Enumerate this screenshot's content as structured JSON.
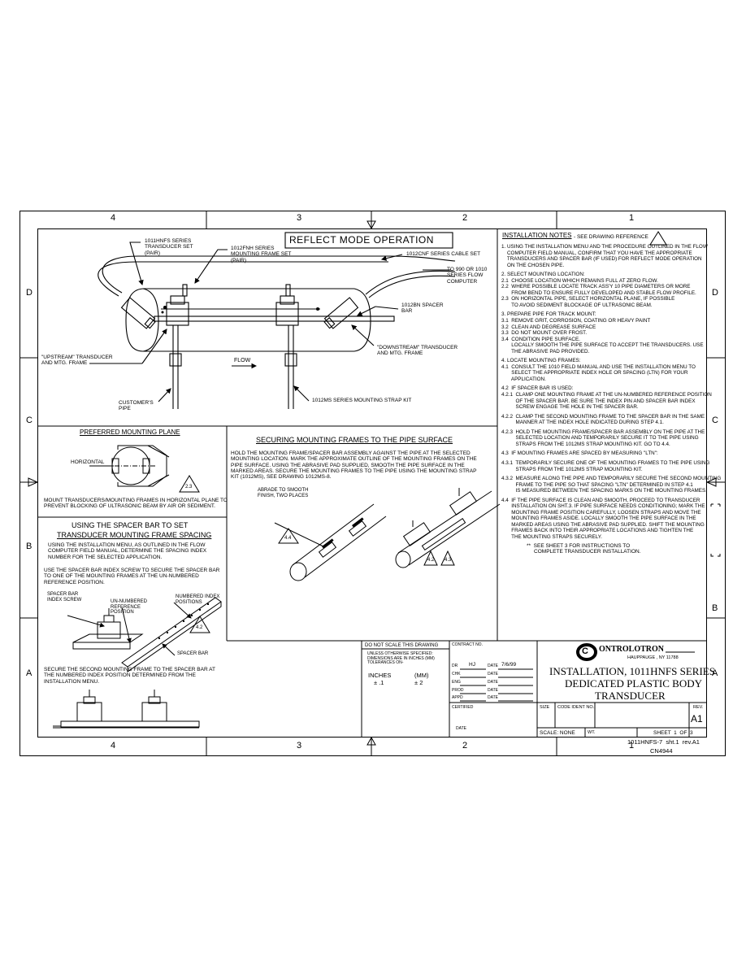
{
  "zones": {
    "top": [
      "4",
      "3",
      "2",
      "1"
    ],
    "bottom": [
      "4",
      "3",
      "2",
      "1"
    ],
    "left": [
      "D",
      "C",
      "B",
      "A"
    ],
    "right": [
      "D",
      "C",
      "B",
      "A"
    ]
  },
  "main_view": {
    "title": "REFLECT MODE OPERATION",
    "labels": {
      "transducer_set": "1011HNFS SERIES\nTRANSDUCER SET\n(PAIR)",
      "frame_set": "1012FNH SERIES\nMOUNTING FRAME SET\n(PAIR)",
      "cable_set": "1012CNF SERIES CABLE SET",
      "to_computer": "TO 990 OR 1010\nSERIES FLOW\nCOMPUTER",
      "spacer_bar": "1012BN SPACER\nBAR",
      "upstream": "\"UPSTREAM\" TRANSDUCER\nAND MTG. FRAME",
      "downstream": "\"DOWNSTREAM\" TRANSDUCER\nAND MTG. FRAME",
      "flow": "FLOW",
      "customers_pipe": "CUSTOMER'S\nPIPE",
      "strap_kit": "1012MS SERIES MOUNTING STRAP KIT"
    }
  },
  "preferred": {
    "title": "PREFERRED MOUNTING PLANE",
    "horizontal": "HORIZONTAL",
    "ref": "2.3",
    "text": "MOUNT TRANSDUCERS/MOUNTING FRAMES IN HORIZONTAL PLANE TO\nPREVENT BLOCKING OF ULTRASONIC BEAM BY AIR OR SEDIMENT."
  },
  "spacer": {
    "title1": "USING THE SPACER BAR TO SET",
    "title2": "TRANSDUCER MOUNTING FRAME SPACING",
    "p1": "USING THE INSTALLATION MENU, AS OUTLINED IN THE FLOW\nCOMPUTER FIELD MANUAL, DETERMINE THE SPACING INDEX\nNUMBER FOR THE SELECTED APPLICATION.",
    "p2": "USE THE SPACER BAR INDEX SCREW TO SECURE THE SPACER BAR\nTO ONE OF THE MOUNTING FRAMES AT THE UN-NUMBERED\nREFERENCE POSITION.",
    "label_index_screw": "SPACER BAR\nINDEX SCREW",
    "label_unnumbered": "UN-NUMBERED\nREFERENCE\nPOSITION",
    "label_numbered": "NUMBERED INDEX\nPOSITIONS",
    "label_spacer_bar": "SPACER BAR",
    "ref": "4.2",
    "p3": "SECURE THE SECOND MOUNTING FRAME TO THE SPACER BAR AT\nTHE NUMBERED INDEX POSITION DETERMINED FROM THE\nINSTALLATION MENU."
  },
  "securing": {
    "title": "SECURING MOUNTING FRAMES TO THE PIPE SURFACE",
    "text": "HOLD THE MOUNTING FRAME/SPACER BAR ASSEMBLY AGAINST THE PIPE AT THE SELECTED\nMOUNTING LOCATION. MARK THE APPROXIMATE OUTLINE OF THE MOUNTING FRAMES ON THE\nPIPE SURFACE. USING THE ABRASIVE PAD SUPPLIED, SMOOTH THE PIPE SURFACE IN THE\nMARKED AREAS. SECURE THE MOUNTING FRAMES TO THE PIPE USING THE MOUNTING STRAP\nKIT (1012MS), SEE DRAWING 1012MS-8.",
    "abrade": "ABRADE TO SMOOTH\nFINISH, TWO PLACES",
    "ref1": "4.4",
    "ref2": "4.2",
    "ref3": "4.3"
  },
  "notes": {
    "title": "INSTALLATION NOTES",
    "title_suffix": "- SEE DRAWING REFERENCE",
    "lines": [
      "1. USING THE INSTALLATION MENU AND THE PROCEDURE OUTLINED IN THE FLOW",
      "    COMPUTER FIELD MANUAL, CONFIRM THAT YOU HAVE THE APPROPRIATE",
      "    TRANSDUCERS AND SPACER BAR (IF USED) FOR REFLECT MODE OPERATION",
      "    ON THE CHOSEN PIPE.",
      "",
      "2. SELECT MOUNTING LOCATION:",
      "2.1  CHOOSE LOCATION WHICH REMAINS FULL AT ZERO FLOW.",
      "2.2  WHERE POSSIBLE LOCATE TRACK ASS'Y 10 PIPE DIAMETERS OR MORE",
      "       FROM BEND TO ENSURE FULLY DEVELOPED AND STABLE FLOW PROFILE.",
      "2.3  ON HORIZONTAL PIPE, SELECT HORIZONTAL PLANE, IF POSSIBLE",
      "       TO AVOID SEDIMENT BLOCKAGE OF ULTRASONIC BEAM.",
      "",
      "3. PREPARE PIPE FOR TRACK MOUNT:",
      "3.1  REMOVE GRIT, CORROSION, COATING OR HEAVY PAINT",
      "3.2  CLEAN AND DEGREASE SURFACE",
      "3.3  DO NOT MOUNT OVER FROST.",
      "3.4  CONDITION PIPE SURFACE.",
      "       LOCALLY SMOOTH THE PIPE SURFACE TO ACCEPT THE TRANSDUCERS. USE",
      "       THE ABRASIVE PAD PROVIDED.",
      "",
      "4. LOCATE MOUNTING FRAMES:",
      "4.1  CONSULT THE 1010 FIELD MANUAL AND USE THE INSTALLATION MENU TO",
      "       SELECT THE APPROPRIATE INDEX HOLE OR SPACING (LTN) FOR YOUR",
      "       APPLICATION.",
      "",
      "4.2  IF SPACER BAR IS USED:",
      "4.2.1  CLAMP ONE MOUNTING FRAME AT THE UN-NUMBERED REFERENCE POSITION",
      "          OF THE SPACER BAR. BE SURE THE INDEX PIN AND SPACER BAR INDEX",
      "          SCREW ENGAGE THE HOLE IN THE SPACER BAR.",
      "",
      "4.2.2  CLAMP THE SECOND MOUNTING FRAME TO THE SPACER BAR IN THE SAME",
      "          MANNER AT THE INDEX HOLE INDICATED DURING STEP 4.1.",
      "",
      "4.2.3  HOLD THE MOUNTING FRAME/SPACER BAR ASSEMBLY ON THE PIPE AT THE",
      "          SELECTED LOCATION AND TEMPORARILY SECURE IT TO THE PIPE USING",
      "          STRAPS FROM THE 1012MS STRAP MOUNTING KIT. GO TO 4.4.",
      "",
      "4.3  IF MOUNTING FRAMES ARE SPACED BY MEASURING \"LTN\":",
      "",
      "4.3.1  TEMPORARILY SECURE ONE OF THE MOUNTING FRAMES TO THE PIPE USING",
      "          STRAPS FROM THE 1012MS STRAP MOUNTING KIT.",
      "",
      "4.3.2  MEASURE ALONG THE PIPE AND TEMPORARILY SECURE THE SECOND MOUNTING",
      "          FRAME TO THE PIPE SO THAT SPACING \"LTN\" DETERMINED IN STEP 4.1",
      "          IS MEASURED BETWEEN THE SPACING MARKS ON THE MOUNTING FRAMES.",
      "",
      "4.4  IF THE PIPE SURFACE IS CLEAN AND SMOOTH, PROCEED TO TRANSDUCER",
      "       INSTALLATION ON SHT.3. IF PIPE SURFACE NEEDS CONDITIONING; MARK THE",
      "       MOUNTING FRAME POSITION CAREFULLY, LOOSEN STRAPS AND MOVE THE",
      "       MOUNTING FRAMES ASIDE. LOCALLY SMOOTH THE PIPE SURFACE IN THE",
      "       MARKED AREAS USING THE ABRASIVE PAD SUPPLIED. SHIFT THE MOUNTING",
      "       FRAMES BACK INTO THEIR APPROPRIATE LOCATIONS AND TIGHTEN THE",
      "       THE MOUNTING STRAPS SECURELY."
    ],
    "sheet3": "**  SEE SHEET 3 FOR INSTRUCTIONS TO\n     COMPLETE TRANSDUCER INSTALLATION."
  },
  "title_block": {
    "do_not_scale": "DO NOT SCALE THIS DRAWING",
    "tolerances": "UNLESS OTHERWISE SPECIFIED:\nDIMENSIONS ARE IN INCHES (MM)\nTOLERANCES ON-",
    "inches": "INCHES",
    "inches_tol": "± .1",
    "mm": "(MM)",
    "mm_tol": "± 2",
    "contract_no": "CONTRACT NO.",
    "dr": "DR",
    "dr_value": "HJ",
    "date": "DATE",
    "date_value": "7/6/99",
    "chk": "CHK",
    "eng": "ENG",
    "prod": "PROD",
    "appd": "APPD",
    "certified": "CERTIFIED",
    "date2": "DATE",
    "company": "ONTROLOTRON",
    "company_c": "C",
    "address": "HAUPPAUGE , NY 11788",
    "title1": "INSTALLATION, 1011HNFS SERIES",
    "title2": "DEDICATED PLASTIC BODY",
    "title3": "TRANSDUCER",
    "size": "SIZE",
    "code_ident": "CODE IDENT NO.",
    "rev": "REV.",
    "rev_value": "A1",
    "scale": "SCALE: NONE",
    "wt": "WT.",
    "sheet": "SHEET  1  OF  3",
    "drawing_no": "1011HNFS-7  sht.1  rev.A1",
    "cn": "CN4944"
  }
}
